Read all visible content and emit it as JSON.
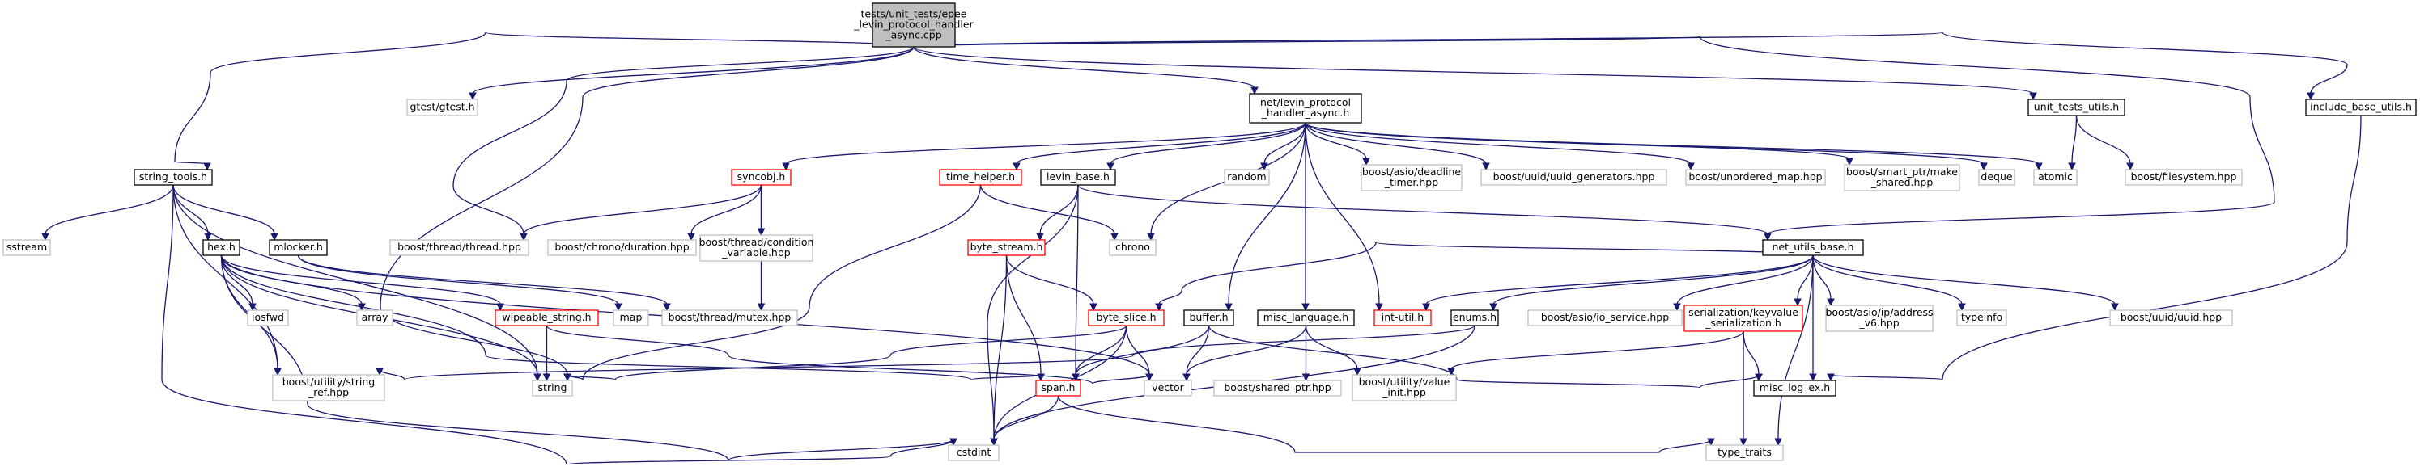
{
  "colors": {
    "edge": "#191970",
    "root_fill": "#bfbfbf",
    "normal_border": "#000000",
    "red_border": "#ff0000",
    "missing_border": "#bfbfbf"
  },
  "nodes": [
    {
      "id": "root",
      "lines": [
        "tests/unit_tests/epee",
        "_levin_protocol_handler",
        "_async.cpp"
      ],
      "style": "root"
    },
    {
      "id": "gtest",
      "lines": [
        "gtest/gtest.h"
      ],
      "style": "missing"
    },
    {
      "id": "levin_async",
      "lines": [
        "net/levin_protocol",
        "_handler_async.h"
      ],
      "style": "normal"
    },
    {
      "id": "unit_tests_utils",
      "lines": [
        "unit_tests_utils.h"
      ],
      "style": "normal"
    },
    {
      "id": "include_base_utils",
      "lines": [
        "include_base_utils.h"
      ],
      "style": "normal"
    },
    {
      "id": "string_tools",
      "lines": [
        "string_tools.h"
      ],
      "style": "normal"
    },
    {
      "id": "syncobj",
      "lines": [
        "syncobj.h"
      ],
      "style": "red"
    },
    {
      "id": "time_helper",
      "lines": [
        "time_helper.h"
      ],
      "style": "red"
    },
    {
      "id": "levin_base",
      "lines": [
        "levin_base.h"
      ],
      "style": "normal"
    },
    {
      "id": "random",
      "lines": [
        "random"
      ],
      "style": "missing"
    },
    {
      "id": "deadline_timer",
      "lines": [
        "boost/asio/deadline",
        "_timer.hpp"
      ],
      "style": "missing"
    },
    {
      "id": "uuid_gen",
      "lines": [
        "boost/uuid/uuid_generators.hpp"
      ],
      "style": "missing"
    },
    {
      "id": "unordered_map",
      "lines": [
        "boost/unordered_map.hpp"
      ],
      "style": "missing"
    },
    {
      "id": "make_shared",
      "lines": [
        "boost/smart_ptr/make",
        "_shared.hpp"
      ],
      "style": "missing"
    },
    {
      "id": "deque",
      "lines": [
        "deque"
      ],
      "style": "missing"
    },
    {
      "id": "atomic",
      "lines": [
        "atomic"
      ],
      "style": "missing"
    },
    {
      "id": "filesystem",
      "lines": [
        "boost/filesystem.hpp"
      ],
      "style": "missing"
    },
    {
      "id": "sstream",
      "lines": [
        "sstream"
      ],
      "style": "missing"
    },
    {
      "id": "hex",
      "lines": [
        "hex.h"
      ],
      "style": "normal"
    },
    {
      "id": "mlocker",
      "lines": [
        "mlocker.h"
      ],
      "style": "normal"
    },
    {
      "id": "thread",
      "lines": [
        "boost/thread/thread.hpp"
      ],
      "style": "missing"
    },
    {
      "id": "chrono_duration",
      "lines": [
        "boost/chrono/duration.hpp"
      ],
      "style": "missing"
    },
    {
      "id": "condition_variable",
      "lines": [
        "boost/thread/condition",
        "_variable.hpp"
      ],
      "style": "missing"
    },
    {
      "id": "chrono",
      "lines": [
        "chrono"
      ],
      "style": "missing"
    },
    {
      "id": "byte_stream",
      "lines": [
        "byte_stream.h"
      ],
      "style": "red"
    },
    {
      "id": "net_utils_base",
      "lines": [
        "net_utils_base.h"
      ],
      "style": "normal"
    },
    {
      "id": "iosfwd",
      "lines": [
        "iosfwd"
      ],
      "style": "missing"
    },
    {
      "id": "array",
      "lines": [
        "array"
      ],
      "style": "missing"
    },
    {
      "id": "wipeable_string",
      "lines": [
        "wipeable_string.h"
      ],
      "style": "red"
    },
    {
      "id": "map",
      "lines": [
        "map"
      ],
      "style": "missing"
    },
    {
      "id": "mutex",
      "lines": [
        "boost/thread/mutex.hpp"
      ],
      "style": "missing"
    },
    {
      "id": "byte_slice",
      "lines": [
        "byte_slice.h"
      ],
      "style": "red"
    },
    {
      "id": "buffer",
      "lines": [
        "buffer.h"
      ],
      "style": "normal"
    },
    {
      "id": "misc_language",
      "lines": [
        "misc_language.h"
      ],
      "style": "normal"
    },
    {
      "id": "int_util",
      "lines": [
        "int-util.h"
      ],
      "style": "red"
    },
    {
      "id": "enums",
      "lines": [
        "enums.h"
      ],
      "style": "normal"
    },
    {
      "id": "io_service",
      "lines": [
        "boost/asio/io_service.hpp"
      ],
      "style": "missing"
    },
    {
      "id": "kv_serialization",
      "lines": [
        "serialization/keyvalue",
        "_serialization.h"
      ],
      "style": "red"
    },
    {
      "id": "ip_address_v6",
      "lines": [
        "boost/asio/ip/address",
        "_v6.hpp"
      ],
      "style": "missing"
    },
    {
      "id": "typeinfo",
      "lines": [
        "typeinfo"
      ],
      "style": "missing"
    },
    {
      "id": "uuid_hpp",
      "lines": [
        "boost/uuid/uuid.hpp"
      ],
      "style": "missing"
    },
    {
      "id": "string_ref",
      "lines": [
        "boost/utility/string",
        "_ref.hpp"
      ],
      "style": "missing"
    },
    {
      "id": "string",
      "lines": [
        "string"
      ],
      "style": "missing"
    },
    {
      "id": "span",
      "lines": [
        "span.h"
      ],
      "style": "red"
    },
    {
      "id": "vector",
      "lines": [
        "vector"
      ],
      "style": "missing"
    },
    {
      "id": "shared_ptr",
      "lines": [
        "boost/shared_ptr.hpp"
      ],
      "style": "missing"
    },
    {
      "id": "value_init",
      "lines": [
        "boost/utility/value",
        "_init.hpp"
      ],
      "style": "missing"
    },
    {
      "id": "misc_log_ex",
      "lines": [
        "misc_log_ex.h"
      ],
      "style": "normal"
    },
    {
      "id": "cstdint",
      "lines": [
        "cstdint"
      ],
      "style": "missing"
    },
    {
      "id": "type_traits",
      "lines": [
        "type_traits"
      ],
      "style": "missing"
    }
  ],
  "edges": [
    [
      "root",
      "gtest"
    ],
    [
      "root",
      "levin_async"
    ],
    [
      "root",
      "unit_tests_utils"
    ],
    [
      "root",
      "include_base_utils"
    ],
    [
      "root",
      "string_tools"
    ],
    [
      "root",
      "thread"
    ],
    [
      "root",
      "string"
    ],
    [
      "root",
      "net_utils_base"
    ],
    [
      "levin_async",
      "syncobj"
    ],
    [
      "levin_async",
      "time_helper"
    ],
    [
      "levin_async",
      "levin_base"
    ],
    [
      "levin_async",
      "random"
    ],
    [
      "levin_async",
      "deadline_timer"
    ],
    [
      "levin_async",
      "uuid_gen"
    ],
    [
      "levin_async",
      "unordered_map"
    ],
    [
      "levin_async",
      "make_shared"
    ],
    [
      "levin_async",
      "deque"
    ],
    [
      "levin_async",
      "atomic"
    ],
    [
      "levin_async",
      "chrono"
    ],
    [
      "levin_async",
      "buffer"
    ],
    [
      "levin_async",
      "misc_language"
    ],
    [
      "levin_async",
      "int_util"
    ],
    [
      "unit_tests_utils",
      "atomic"
    ],
    [
      "unit_tests_utils",
      "filesystem"
    ],
    [
      "include_base_utils",
      "misc_log_ex"
    ],
    [
      "string_tools",
      "sstream"
    ],
    [
      "string_tools",
      "hex"
    ],
    [
      "string_tools",
      "mlocker"
    ],
    [
      "string_tools",
      "string_ref"
    ],
    [
      "string_tools",
      "string"
    ],
    [
      "string_tools",
      "cstdint"
    ],
    [
      "syncobj",
      "thread"
    ],
    [
      "syncobj",
      "chrono_duration"
    ],
    [
      "syncobj",
      "condition_variable"
    ],
    [
      "syncobj",
      "mutex"
    ],
    [
      "time_helper",
      "chrono"
    ],
    [
      "time_helper",
      "string"
    ],
    [
      "levin_base",
      "byte_stream"
    ],
    [
      "levin_base",
      "net_utils_base"
    ],
    [
      "levin_base",
      "span"
    ],
    [
      "levin_base",
      "cstdint"
    ],
    [
      "hex",
      "iosfwd"
    ],
    [
      "hex",
      "array"
    ],
    [
      "hex",
      "wipeable_string"
    ],
    [
      "hex",
      "string"
    ],
    [
      "hex",
      "span"
    ],
    [
      "hex",
      "vector"
    ],
    [
      "hex",
      "string_ref"
    ],
    [
      "hex",
      "cstdint"
    ],
    [
      "mlocker",
      "map"
    ],
    [
      "mlocker",
      "mutex"
    ],
    [
      "wipeable_string",
      "string"
    ],
    [
      "wipeable_string",
      "vector"
    ],
    [
      "byte_stream",
      "byte_slice"
    ],
    [
      "byte_stream",
      "span"
    ],
    [
      "byte_stream",
      "cstdint"
    ],
    [
      "net_utils_base",
      "byte_slice"
    ],
    [
      "net_utils_base",
      "int_util"
    ],
    [
      "net_utils_base",
      "enums"
    ],
    [
      "net_utils_base",
      "io_service"
    ],
    [
      "net_utils_base",
      "kv_serialization"
    ],
    [
      "net_utils_base",
      "ip_address_v6"
    ],
    [
      "net_utils_base",
      "typeinfo"
    ],
    [
      "net_utils_base",
      "uuid_hpp"
    ],
    [
      "net_utils_base",
      "misc_log_ex"
    ],
    [
      "net_utils_base",
      "type_traits"
    ],
    [
      "byte_slice",
      "string"
    ],
    [
      "byte_slice",
      "span"
    ],
    [
      "byte_slice",
      "vector"
    ],
    [
      "byte_slice",
      "cstdint"
    ],
    [
      "buffer",
      "span"
    ],
    [
      "buffer",
      "vector"
    ],
    [
      "buffer",
      "misc_log_ex"
    ],
    [
      "misc_language",
      "vector"
    ],
    [
      "misc_language",
      "shared_ptr"
    ],
    [
      "misc_language",
      "value_init"
    ],
    [
      "enums",
      "string_ref"
    ],
    [
      "enums",
      "cstdint"
    ],
    [
      "kv_serialization",
      "value_init"
    ],
    [
      "kv_serialization",
      "misc_log_ex"
    ],
    [
      "kv_serialization",
      "type_traits"
    ],
    [
      "span",
      "cstdint"
    ],
    [
      "span",
      "type_traits"
    ]
  ]
}
